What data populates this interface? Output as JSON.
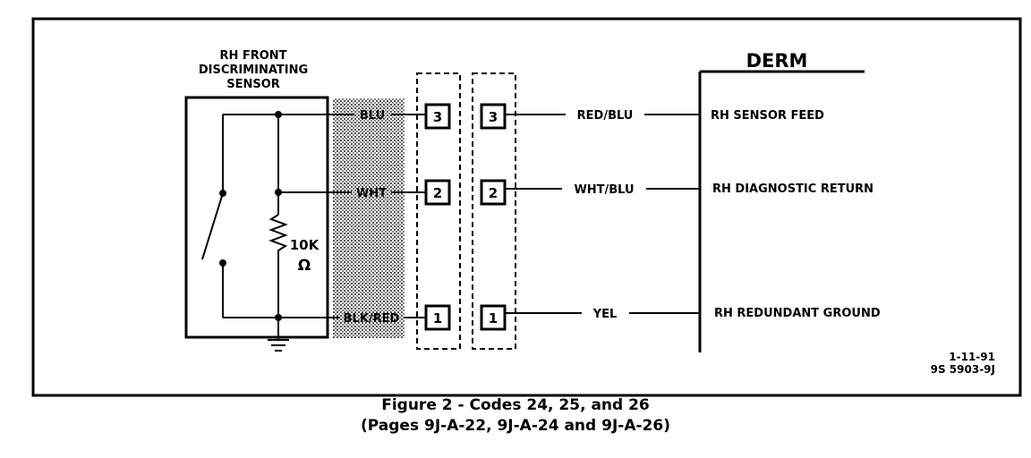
{
  "sensor": {
    "title_line1": "RH FRONT",
    "title_line2": "DISCRIMINATING",
    "title_line3": "SENSOR",
    "resistor_value": "10K",
    "resistor_unit": "Ω"
  },
  "wires_left": {
    "top": "BLU",
    "mid": "WHT",
    "bot": "BLK/RED"
  },
  "connector_a": {
    "pin_top": "3",
    "pin_mid": "2",
    "pin_bot": "1"
  },
  "connector_b": {
    "pin_top": "3",
    "pin_mid": "2",
    "pin_bot": "1"
  },
  "wires_right": {
    "top": "RED/BLU",
    "mid": "WHT/BLU",
    "bot": "YEL"
  },
  "derm": {
    "title": "DERM",
    "term_top": "RH SENSOR FEED",
    "term_mid": "RH DIAGNOSTIC RETURN",
    "term_bot": "RH REDUNDANT GROUND"
  },
  "stamp": {
    "date": "1-11-91",
    "code": "9S 5903-9J"
  },
  "caption": {
    "line1": "Figure 2 - Codes 24, 25, and 26",
    "line2": "(Pages 9J-A-22, 9J-A-24 and 9J-A-26)"
  }
}
